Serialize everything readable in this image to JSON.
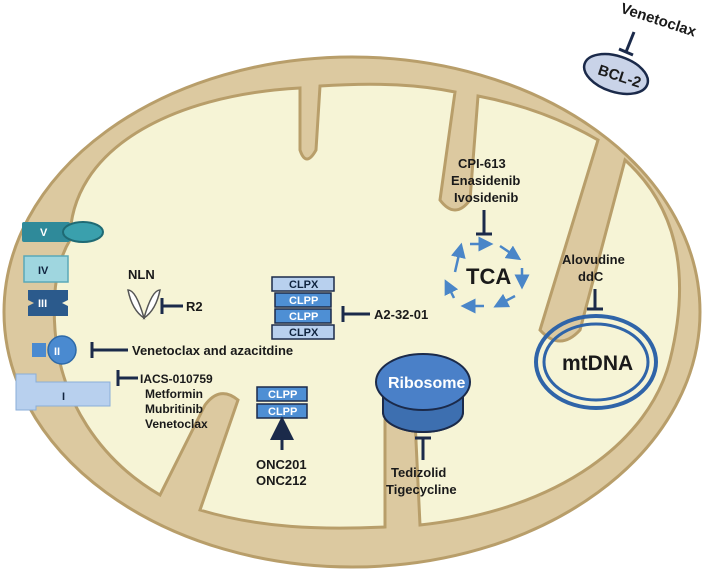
{
  "labels": {
    "venetoclax_top": "Venetoclax",
    "bcl2": "BCL-2",
    "cpi613": "CPI-613",
    "enasidenib": "Enasidenib",
    "ivosidenib": "Ivosidenib",
    "tca": "TCA",
    "alovudine": "Alovudine",
    "ddc": "ddC",
    "mtdna": "mtDNA",
    "nln": "NLN",
    "r2": "R2",
    "a2": "A2-32-01",
    "ven_aza": "Venetoclax and azacitdine",
    "iacs": "IACS-010759",
    "metformin": "Metformin",
    "mubritinib": "Mubritinib",
    "venetoclax_bottom": "Venetoclax",
    "onc201": "ONC201",
    "onc212": "ONC212",
    "ribosome": "Ribosome",
    "tedizolid": "Tedizolid",
    "tigecycline": "Tigecycline"
  },
  "clp_stack": [
    "CLPX",
    "CLPP",
    "CLPP",
    "CLPX"
  ],
  "clpp_small": [
    "CLPP",
    "CLPP"
  ],
  "etc_complexes": [
    {
      "name": "complex-v",
      "symbol": "V"
    },
    {
      "name": "complex-iv",
      "symbol": "IV"
    },
    {
      "name": "complex-iii",
      "symbol": "III"
    },
    {
      "name": "complex-ii",
      "symbol": "II"
    },
    {
      "name": "complex-i",
      "symbol": "I"
    }
  ],
  "colors": {
    "outer_membrane": "#dcc9a0",
    "membrane_stroke": "#b89e6a",
    "matrix": "#f6f4d6",
    "clpx": "#b8d0ee",
    "clpp": "#4e8fd4",
    "ribosome": "#4a80c8",
    "tca_arrows": "#4a86c8",
    "inhibitor": "#1b2a4a"
  }
}
